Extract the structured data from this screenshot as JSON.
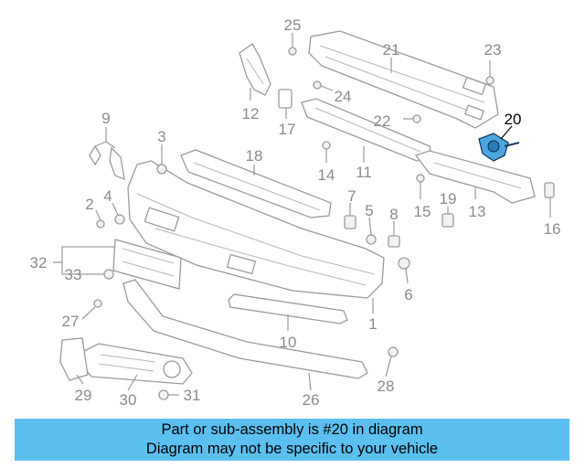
{
  "callouts": {
    "c1": "1",
    "c2": "2",
    "c3": "3",
    "c4": "4",
    "c5": "5",
    "c6": "6",
    "c7": "7",
    "c8": "8",
    "c9": "9",
    "c10": "10",
    "c11": "11",
    "c12": "12",
    "c13": "13",
    "c14": "14",
    "c15": "15",
    "c16": "16",
    "c17": "17",
    "c18": "18",
    "c19": "19",
    "c20": "20",
    "c21": "21",
    "c22": "22",
    "c23": "23",
    "c24": "24",
    "c25": "25",
    "c26": "26",
    "c27": "27",
    "c28": "28",
    "c29": "29",
    "c30": "30",
    "c31": "31",
    "c32": "32",
    "c33": "33"
  },
  "highlighted_part": "20",
  "colors": {
    "banner": "#5bc0f0",
    "highlight_part": "#4aa8e0",
    "diagram_line": "#9a9a9a"
  },
  "banner": {
    "line1": "Part or sub-assembly is #20 in diagram",
    "line2": "Diagram may not be specific to your vehicle"
  }
}
